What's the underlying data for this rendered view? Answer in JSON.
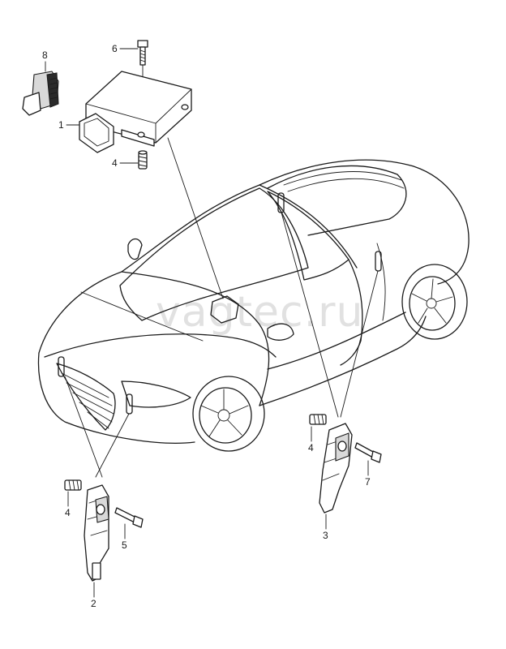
{
  "watermark": "vagtec.ru",
  "callouts": {
    "c1": "1",
    "c2": "2",
    "c3": "3",
    "c4a": "4",
    "c4b": "4",
    "c4c": "4",
    "c5": "5",
    "c6": "6",
    "c7": "7",
    "c8": "8"
  },
  "parts": [
    {
      "ref": "1",
      "icon": "airbag-control-unit-icon"
    },
    {
      "ref": "2",
      "icon": "crash-sensor-left-icon"
    },
    {
      "ref": "3",
      "icon": "crash-sensor-right-icon"
    },
    {
      "ref": "4",
      "icon": "threaded-bush-icon"
    },
    {
      "ref": "5",
      "icon": "bolt-icon"
    },
    {
      "ref": "6",
      "icon": "bolt-icon"
    },
    {
      "ref": "7",
      "icon": "bolt-icon"
    },
    {
      "ref": "8",
      "icon": "connector-icon"
    }
  ]
}
